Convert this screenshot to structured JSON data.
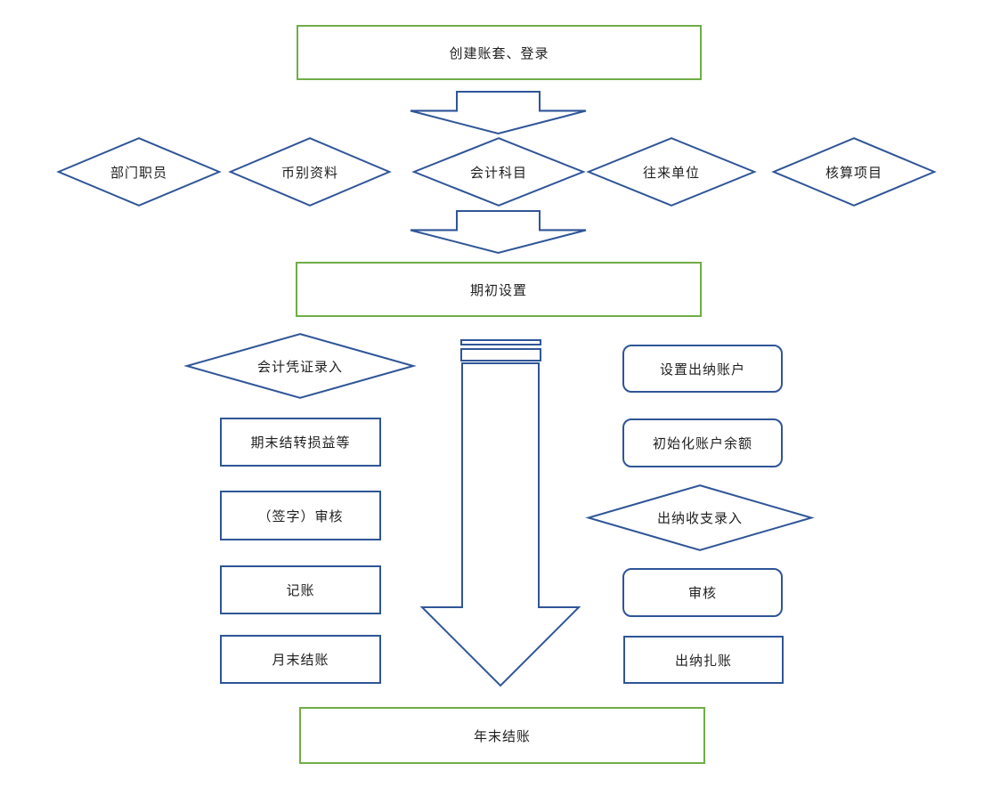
{
  "palette": {
    "shape_stroke_blue": "#2f5597",
    "terminal_stroke_green": "#70ad47",
    "shape_fill": "#ffffff",
    "text_color": "#1f1f1f"
  },
  "diagram": {
    "top_box": {
      "label": "创建账套、登录"
    },
    "setup_diamonds": [
      {
        "label": "部门职员"
      },
      {
        "label": "币别资料"
      },
      {
        "label": "会计科目"
      },
      {
        "label": "往来单位"
      },
      {
        "label": "核算项目"
      }
    ],
    "initial_setup_box": {
      "label": "期初设置"
    },
    "ledger_branch": {
      "entry_diamond": {
        "label": "会计凭证录入"
      },
      "steps": [
        {
          "label": "期末结转损益等"
        },
        {
          "label": "（签字）审核"
        },
        {
          "label": "记账"
        },
        {
          "label": "月末结账"
        }
      ]
    },
    "cashier_branch": {
      "setup_steps": [
        {
          "label": "设置出纳账户"
        },
        {
          "label": "初始化账户余额"
        }
      ],
      "entry_diamond": {
        "label": "出纳收支录入"
      },
      "audit_step": {
        "label": "审核"
      },
      "closing_step": {
        "label": "出纳扎账"
      }
    },
    "bottom_box": {
      "label": "年末结账"
    }
  }
}
